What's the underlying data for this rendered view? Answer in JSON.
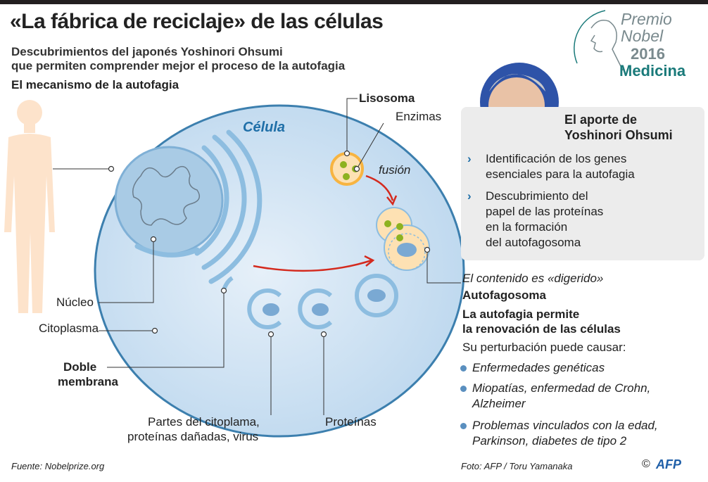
{
  "title": "«La fábrica de reciclaje» de las células",
  "subtitle_lines": [
    "Descubrimientos del japonés Yoshinori Ohsumi",
    "que permiten comprender mejor el proceso de la autofagia"
  ],
  "section_title": "El mecanismo de la autofagia",
  "nobel": {
    "line1": "Premio",
    "line2": "Nobel",
    "year": "2016",
    "category": "Medicina"
  },
  "diagram": {
    "cell": "Célula",
    "lysosome": "Lisosoma",
    "enzymes": "Enzimas",
    "fusion": "fusión",
    "nucleus": "Núcleo",
    "cytoplasm": "Citoplasma",
    "double_membrane": [
      "Doble",
      "membrana"
    ],
    "parts": [
      "Partes del citoplama,",
      "proteínas dañadas, virus"
    ],
    "proteins": "Proteínas",
    "digested": "El contenido es «digerido»",
    "autophagosome": "Autofagosoma"
  },
  "contribution": {
    "heading": [
      "El aporte de",
      "Yoshinori Ohsumi"
    ],
    "items": [
      [
        "Identificación de los genes",
        "esenciales para la autofagia"
      ],
      [
        "Descubrimiento del",
        "papel de las proteínas",
        "en la formación",
        "del autofagosoma"
      ]
    ]
  },
  "renewal": {
    "heading": [
      "La autofagia permite",
      "la renovación de las células"
    ],
    "intro": "Su perturbación puede causar:",
    "items": [
      [
        "Enfermedades genéticas"
      ],
      [
        "Miopatías, enfermedad de Crohn,",
        "Alzheimer"
      ],
      [
        "Problemas vinculados con la edad,",
        "Parkinson, diabetes de tipo 2"
      ]
    ]
  },
  "footer": {
    "source": "Fuente: Nobelprize.org",
    "photo": "Foto: AFP / Toru Yamanaka",
    "copyright": "©",
    "agency": "AFP"
  },
  "colors": {
    "accent_teal": "#1a7a7a",
    "cell_blue": "#cfe3f3",
    "membrane": "#3c7fae",
    "arrow_red": "#d42a1e",
    "lysosome_orange": "#f7b441"
  }
}
